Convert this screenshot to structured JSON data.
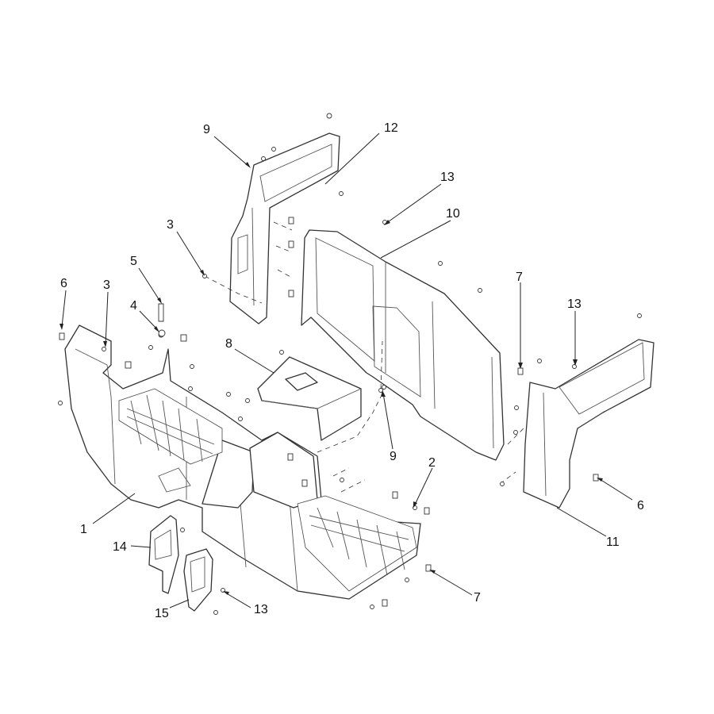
{
  "callouts": {
    "c1": "1",
    "c2": "2",
    "c3a": "3",
    "c3b": "3",
    "c4": "4",
    "c5": "5",
    "c6a": "6",
    "c6b": "6",
    "c7a": "7",
    "c7b": "7",
    "c8": "8",
    "c9a": "9",
    "c9b": "9",
    "c10": "10",
    "c11": "11",
    "c12": "12",
    "c13a": "13",
    "c13b": "13",
    "c13c": "13",
    "c14": "14",
    "c15": "15"
  }
}
